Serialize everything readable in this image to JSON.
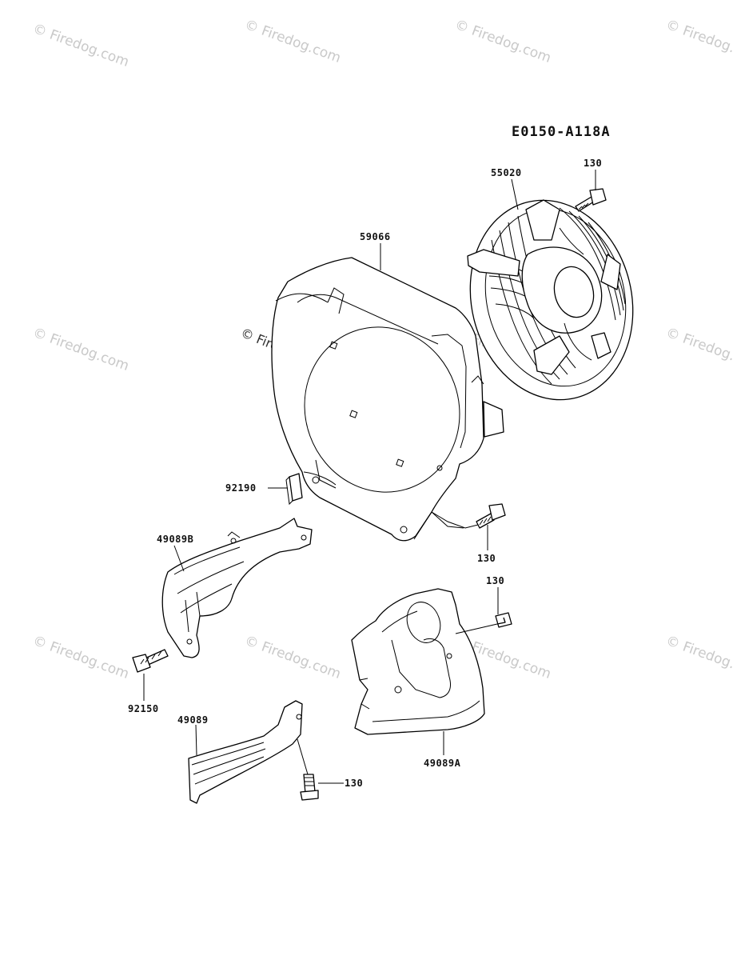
{
  "diagram_code": "E0150-A118A",
  "watermark": "© Firedog.com",
  "labels": {
    "cover_grille": "55020",
    "bolt_top": "130",
    "fan_housing": "59066",
    "seal_strip": "92190",
    "shroud_b": "49089B",
    "bolt_mid": "130",
    "bolt_right": "130",
    "stud": "92150",
    "shroud": "49089",
    "bolt_bottom": "130",
    "shroud_a": "49089A"
  }
}
